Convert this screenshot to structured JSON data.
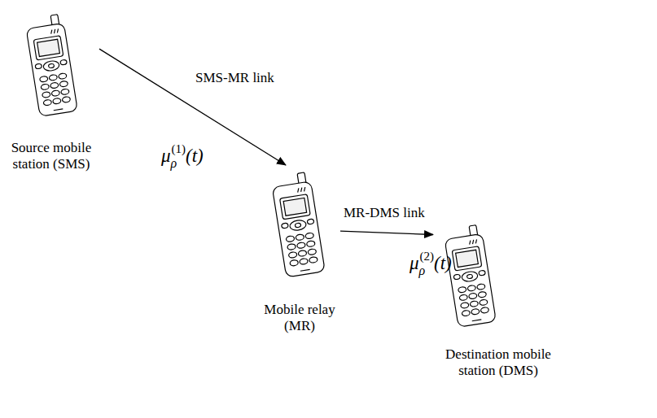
{
  "diagram": {
    "nodes": [
      {
        "text": [
          "Source mobile station (SMS)"
        ]
      },
      {
        "text": [
          "Mobile relay (MR)"
        ]
      },
      {
        "text": [
          "Destination mobile station (DMS)"
        ]
      }
    ],
    "edges": [
      {
        "from": 0,
        "to": 1,
        "arrow": "to",
        "label": "SMS-MR link"
      },
      {
        "from": 1,
        "to": 2,
        "arrow": "to",
        "label": "MR-DMS link"
      }
    ],
    "labels": [
      "μρ(1)(t)",
      "μρ(2)(t)"
    ]
  }
}
